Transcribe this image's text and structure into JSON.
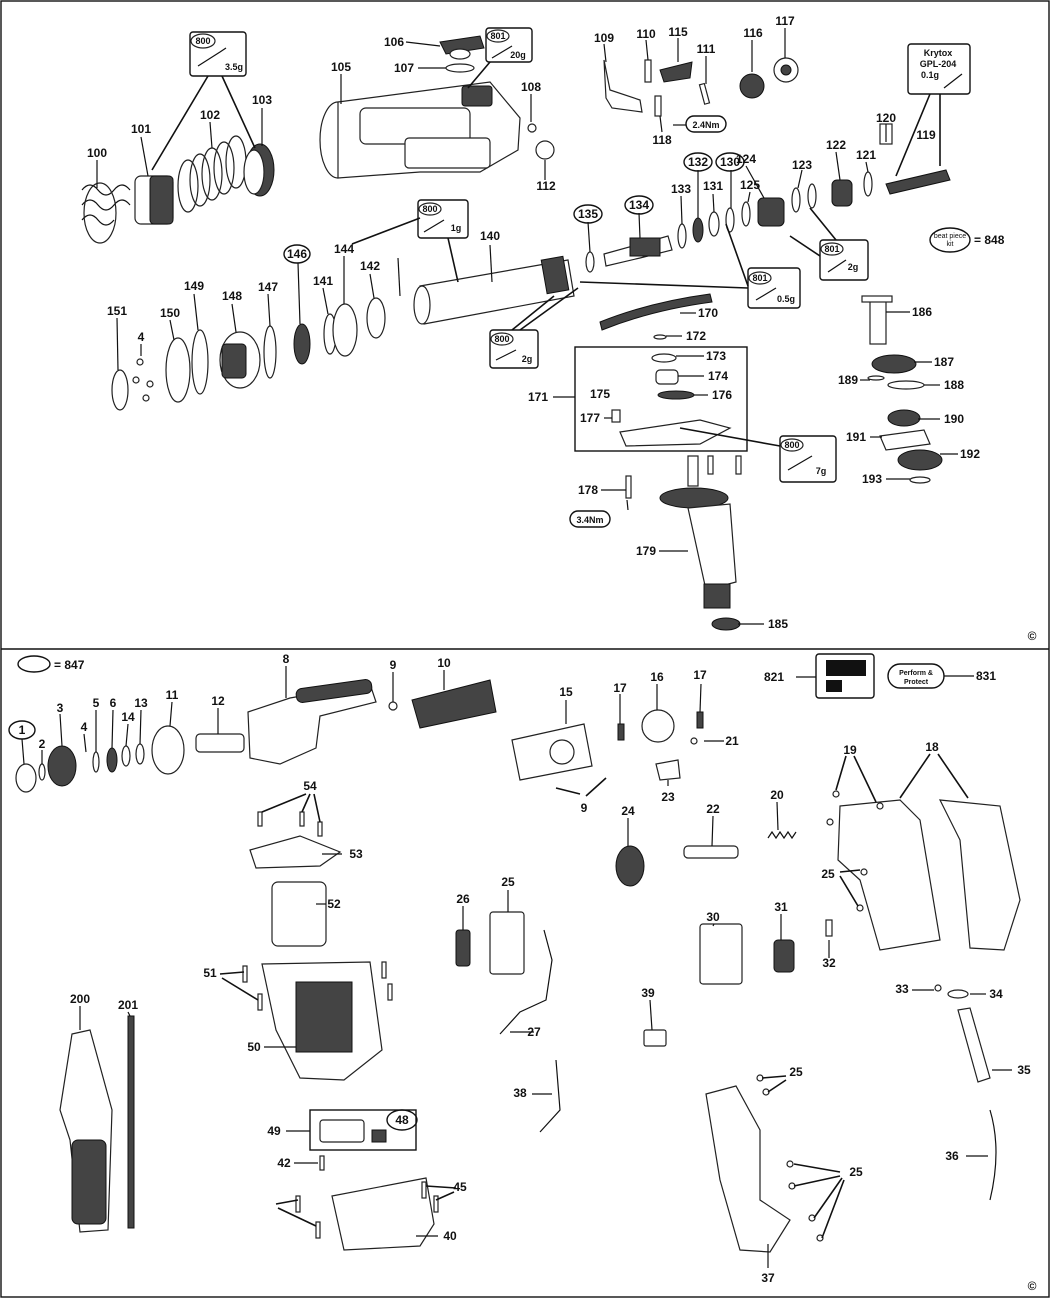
{
  "upper": {
    "labels": [
      "100",
      "101",
      "102",
      "103",
      "105",
      "106",
      "107",
      "108",
      "109",
      "110",
      "111",
      "112",
      "115",
      "116",
      "117",
      "118",
      "119",
      "120",
      "121",
      "122",
      "123",
      "124",
      "125",
      "130",
      "131",
      "132",
      "133",
      "134",
      "135",
      "140",
      "141",
      "142",
      "144",
      "146",
      "147",
      "148",
      "149",
      "150",
      "151",
      "4",
      "170",
      "171",
      "172",
      "173",
      "174",
      "175",
      "176",
      "177",
      "178",
      "179",
      "185",
      "186",
      "187",
      "188",
      "189",
      "190",
      "191",
      "192",
      "193"
    ],
    "circled": [
      "146",
      "135",
      "134",
      "132",
      "130"
    ],
    "grease": [
      {
        "code": "800",
        "amount": "3.5g"
      },
      {
        "code": "801",
        "amount": "20g"
      },
      {
        "code": "800",
        "amount": "1g"
      },
      {
        "code": "801",
        "amount": "0.5g"
      },
      {
        "code": "801",
        "amount": "2g"
      },
      {
        "code": "800",
        "amount": "2g"
      },
      {
        "code": "800",
        "amount": "7g"
      }
    ],
    "krytox": {
      "line1": "Krytox",
      "line2": "GPL-204",
      "line3": "0.1g"
    },
    "torque_118": "2.4Nm",
    "torque_178": "3.4Nm",
    "kit": {
      "line1": "beat piece",
      "line2": "kit",
      "equals": "= 848"
    },
    "copyright": "©"
  },
  "lower": {
    "labels": [
      "1",
      "2",
      "3",
      "4",
      "5",
      "6",
      "13",
      "14",
      "11",
      "12",
      "8",
      "9",
      "10",
      "15",
      "16",
      "17",
      "21",
      "23",
      "24",
      "22",
      "20",
      "18",
      "19",
      "25",
      "26",
      "27",
      "30",
      "31",
      "32",
      "33",
      "34",
      "35",
      "36",
      "37",
      "38",
      "39",
      "40",
      "42",
      "45",
      "48",
      "49",
      "50",
      "51",
      "52",
      "53",
      "54",
      "200",
      "201",
      "821",
      "831"
    ],
    "circled": [
      "1",
      "48"
    ],
    "kit_equals": "= 847",
    "perform": {
      "line1": "Perform &",
      "line2": "Protect"
    },
    "copyright": "©"
  }
}
